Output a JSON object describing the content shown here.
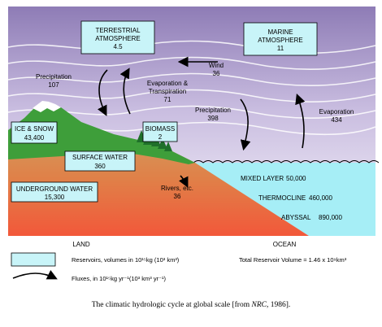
{
  "reservoirs": {
    "terrestrial_atmosphere": {
      "name_line1": "TERRESTRIAL",
      "name_line2": "ATMOSPHERE",
      "value": "4.5"
    },
    "marine_atmosphere": {
      "name_line1": "MARINE",
      "name_line2": "ATMOSPHERE",
      "value": "11"
    },
    "ice_snow": {
      "name": "ICE & SNOW",
      "value": "43,400"
    },
    "biomass": {
      "name": "BIOMASS",
      "value": "2"
    },
    "surface_water": {
      "name": "SURFACE WATER",
      "value": "360"
    },
    "underground_water": {
      "name": "UNDERGROUND WATER",
      "value": "15,300"
    },
    "mixed_layer": {
      "name": "MIXED LAYER",
      "value": "50,000"
    },
    "thermocline": {
      "name": "THERMOCLINE",
      "value": "460,000"
    },
    "abyssal": {
      "name": "ABYSSAL",
      "value": "890,000"
    }
  },
  "fluxes": {
    "wind": {
      "name": "Wind",
      "value": "36"
    },
    "precip_land": {
      "name": "Precipitation",
      "value": "107"
    },
    "evap_transp": {
      "name_line1": "Evaporation &",
      "name_line2": "Transpiration",
      "value": "71"
    },
    "precip_ocean": {
      "name": "Precipitation",
      "value": "398"
    },
    "evap_ocean": {
      "name": "Evaporation",
      "value": "434"
    },
    "rivers": {
      "name": "Rivers, etc.",
      "value": "36"
    }
  },
  "axis": {
    "land": "LAND",
    "ocean": "OCEAN"
  },
  "legend": {
    "reservoirs_text": "Reservoirs, volumes in 10¹⁵kg (10³ km³)",
    "fluxes_text": "Fluxes, in 10¹⁵kg yr⁻¹(10³ km³ yr⁻¹)",
    "total": "Total Reservoir Volume = 1.46 x 10⁹km³"
  },
  "caption": {
    "before": "The climatic hydrologic cycle at global scale [from ",
    "source": "NRC",
    "after": ", 1986]."
  },
  "colors": {
    "sky_top": "#8e7cb6",
    "sky_bottom": "#f4f0f8",
    "reservoir_fill": "#c8f4f8",
    "land_green": "#3e9e3a",
    "soil_top": "#d09050",
    "soil_bottom": "#f05a3a",
    "ocean": "#a6eef6",
    "rock": "#f06a3a"
  }
}
